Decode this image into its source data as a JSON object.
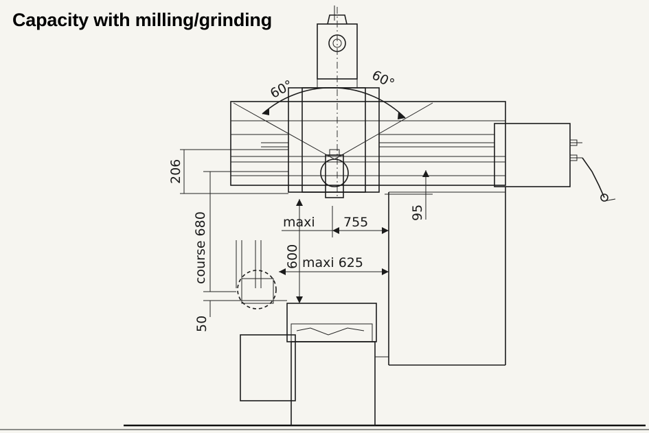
{
  "title": "Capacity with milling/grinding",
  "dimensions": {
    "angle_left": "60°",
    "angle_right": "60°",
    "d206": "206",
    "course": "course 680",
    "maxi_label": "maxi",
    "d755": "755",
    "d95": "95",
    "d600": "600",
    "maxi625": "maxi 625",
    "d50": "50"
  }
}
